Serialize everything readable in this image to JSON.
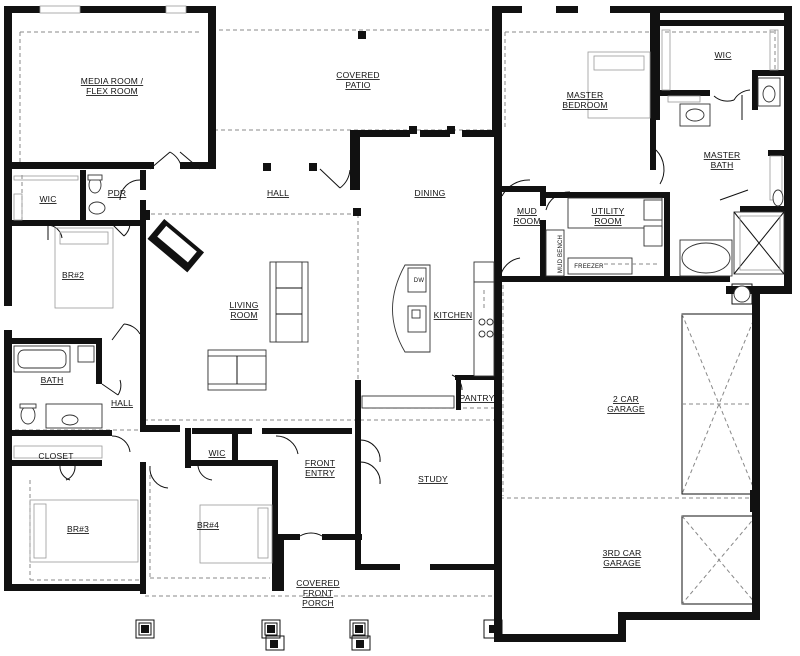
{
  "rooms": {
    "media_l1": "MEDIA ROOM /",
    "media_l2": "FLEX ROOM",
    "patio_l1": "COVERED",
    "patio_l2": "PATIO",
    "master_l1": "MASTER",
    "master_l2": "BEDROOM",
    "wic_master": "WIC",
    "mbath_l1": "MASTER",
    "mbath_l2": "BATH",
    "wic_left": "WIC",
    "pdr": "PDR",
    "hall_top": "HALL",
    "dining": "DINING",
    "mud_l1": "MUD",
    "mud_l2": "ROOM",
    "utility_l1": "UTILITY",
    "utility_l2": "ROOM",
    "br2": "BR#2",
    "living_l1": "LIVING",
    "living_l2": "ROOM",
    "kitchen": "KITCHEN",
    "mud_bench": "MUD BENCH",
    "freezer": "FREEZER",
    "bath": "BATH",
    "hall_left": "HALL",
    "pantry": "PANTRY",
    "garage2_l1": "2 CAR",
    "garage2_l2": "GARAGE",
    "closet": "CLOSET",
    "wic_mid": "WIC",
    "entry_l1": "FRONT",
    "entry_l2": "ENTRY",
    "study": "STUDY",
    "br3": "BR#3",
    "br4": "BR#4",
    "garage3_l1": "3RD CAR",
    "garage3_l2": "GARAGE",
    "porch_l1": "COVERED",
    "porch_l2": "FRONT",
    "porch_l3": "PORCH",
    "dw": "DW"
  }
}
